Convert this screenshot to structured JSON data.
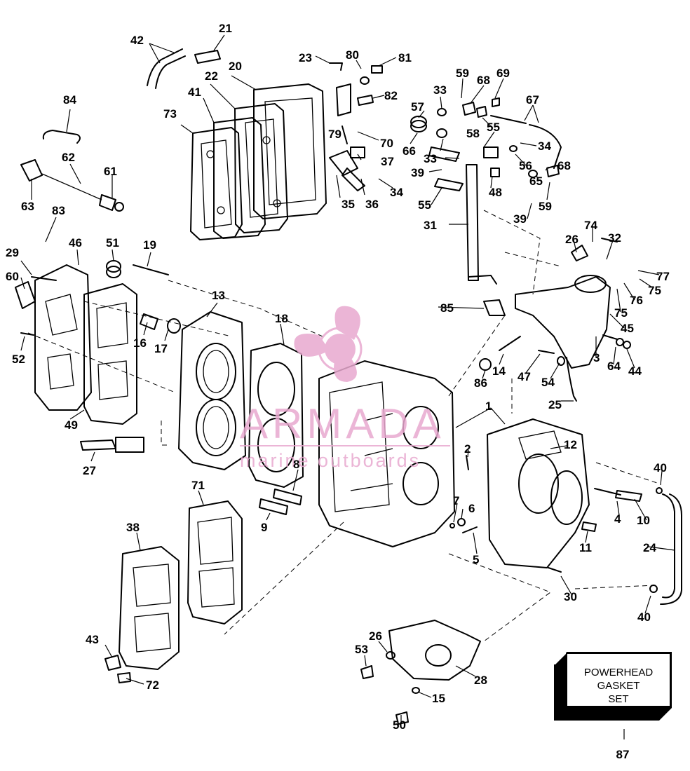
{
  "watermark": {
    "brand": "ARMADA",
    "tagline": "marine outboards",
    "color": "#e8a9cf"
  },
  "box_label": {
    "lines": [
      "POWERHEAD",
      "GASKET",
      "SET"
    ],
    "number": "87"
  },
  "callouts": {
    "c1": "1",
    "c2": "2",
    "c3": "3",
    "c4": "4",
    "c5": "5",
    "c6": "6",
    "c7": "7",
    "c8": "8",
    "c9": "9",
    "c10": "10",
    "c11": "11",
    "c12": "12",
    "c13": "13",
    "c14": "14",
    "c15": "15",
    "c16": "16",
    "c17": "17",
    "c18": "18",
    "c19": "19",
    "c20": "20",
    "c21": "21",
    "c22": "22",
    "c23": "23",
    "c24": "24",
    "c25": "25",
    "c26": "26",
    "c27": "27",
    "c28": "28",
    "c29": "29",
    "c30": "30",
    "c31": "31",
    "c32": "32",
    "c33": "33",
    "c34": "34",
    "c35": "35",
    "c36": "36",
    "c37": "37",
    "c38": "38",
    "c39": "39",
    "c40": "40",
    "c41": "41",
    "c42": "42",
    "c43": "43",
    "c44": "44",
    "c45": "45",
    "c46": "46",
    "c47": "47",
    "c48": "48",
    "c49": "49",
    "c50": "50",
    "c51": "51",
    "c52": "52",
    "c53": "53",
    "c54": "54",
    "c55": "55",
    "c56": "56",
    "c57": "57",
    "c58": "58",
    "c59": "59",
    "c60": "60",
    "c61": "61",
    "c62": "62",
    "c63": "63",
    "c64": "64",
    "c65": "65",
    "c66": "66",
    "c67": "67",
    "c68": "68",
    "c69": "69",
    "c70": "70",
    "c71": "71",
    "c72": "72",
    "c73": "73",
    "c74": "74",
    "c75": "75",
    "c76": "76",
    "c77": "77",
    "c79": "79",
    "c80": "80",
    "c81": "81",
    "c82": "82",
    "c83": "83",
    "c84": "84",
    "c85": "85",
    "c86": "86"
  }
}
